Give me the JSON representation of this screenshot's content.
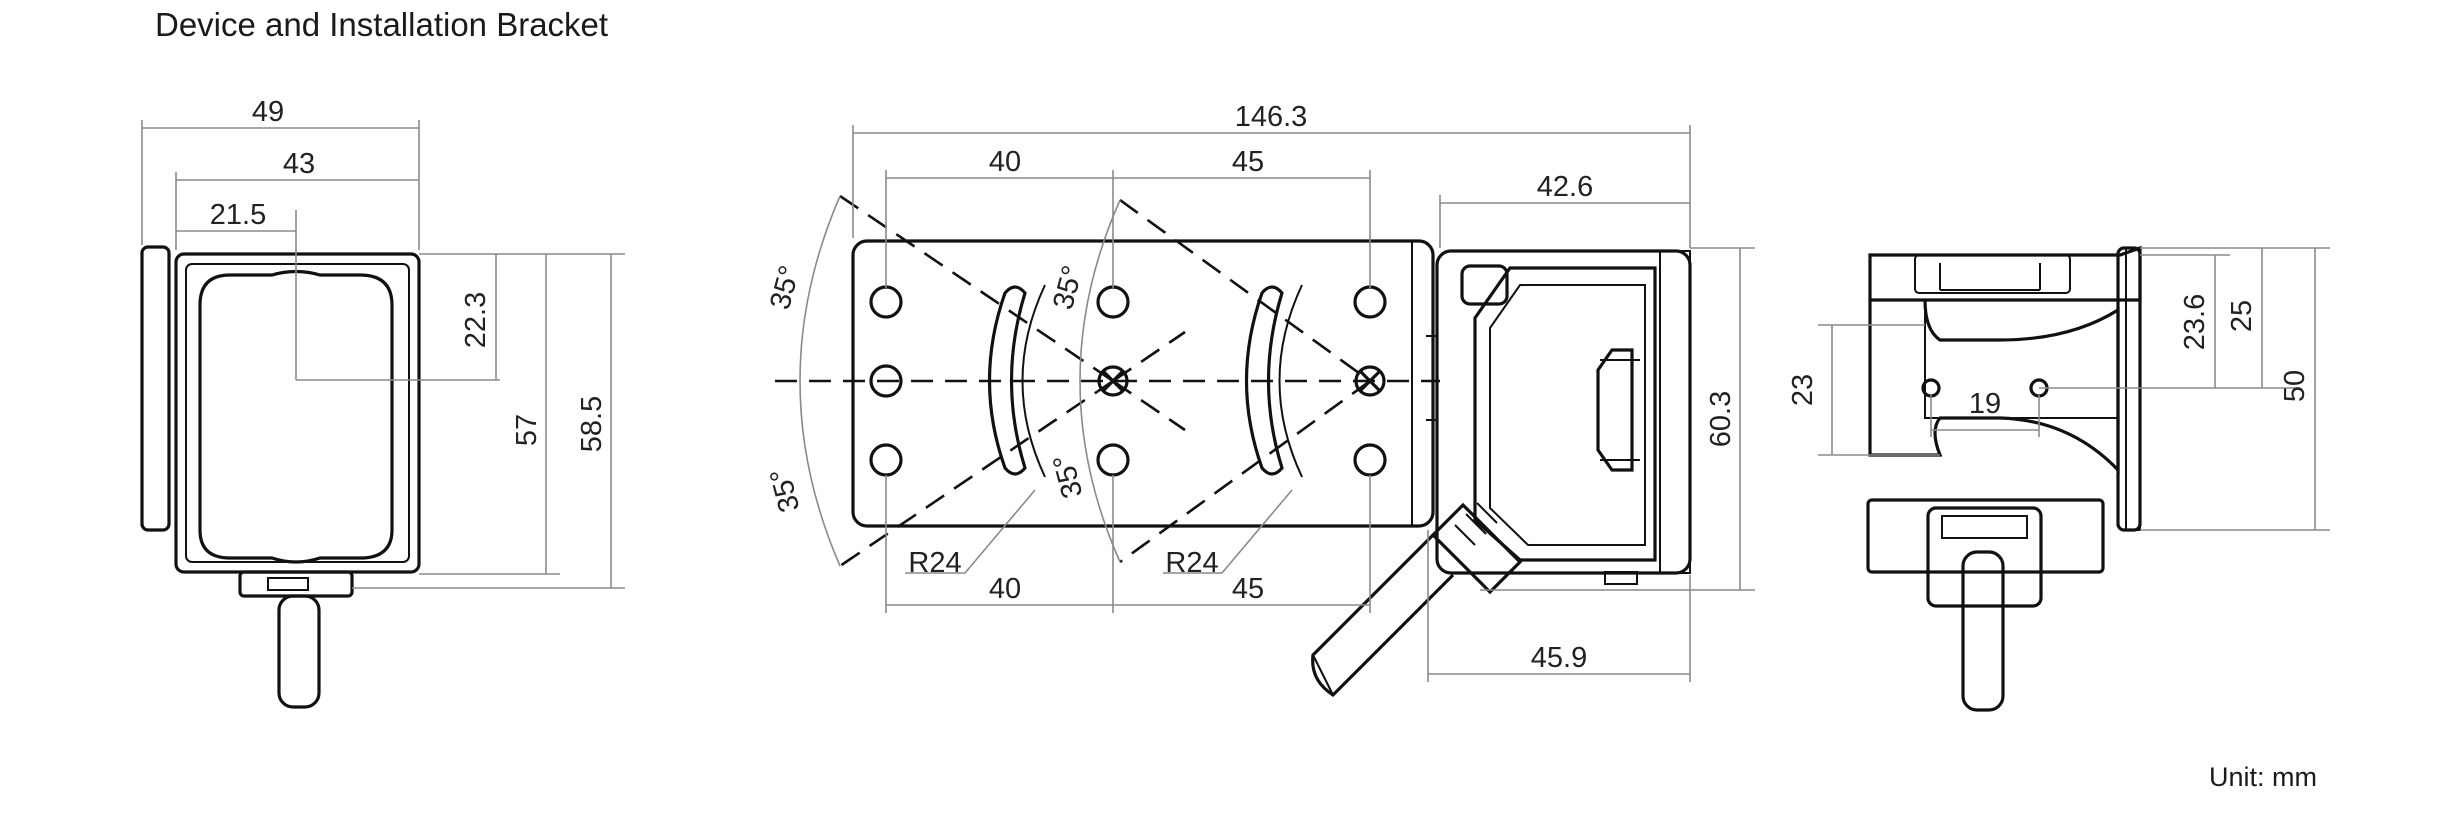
{
  "title": "Device and Installation Bracket",
  "unit": "Unit: mm",
  "front_view": {
    "width_overall": "49",
    "width_body": "43",
    "half_width": "21.5",
    "center_height": "22.3",
    "body_height": "57",
    "overall_height": "58.5"
  },
  "top_view": {
    "total_length": "146.3",
    "hole_spacing_top_left": "40",
    "hole_spacing_top_right": "45",
    "device_depth": "42.6",
    "angle_upper_left": "35°",
    "angle_lower_left": "35°",
    "angle_upper_mid": "35°",
    "angle_lower_mid": "35°",
    "radius_left": "R24",
    "radius_right": "R24",
    "hole_spacing_bottom_left": "40",
    "hole_spacing_bottom_right": "45",
    "device_height": "60.3",
    "cable_depth": "45.9"
  },
  "side_view": {
    "slot_height": "23",
    "hole_spacing": "19",
    "upper_offset": "23.6",
    "upper_offset_2": "25",
    "overall_height": "50"
  }
}
